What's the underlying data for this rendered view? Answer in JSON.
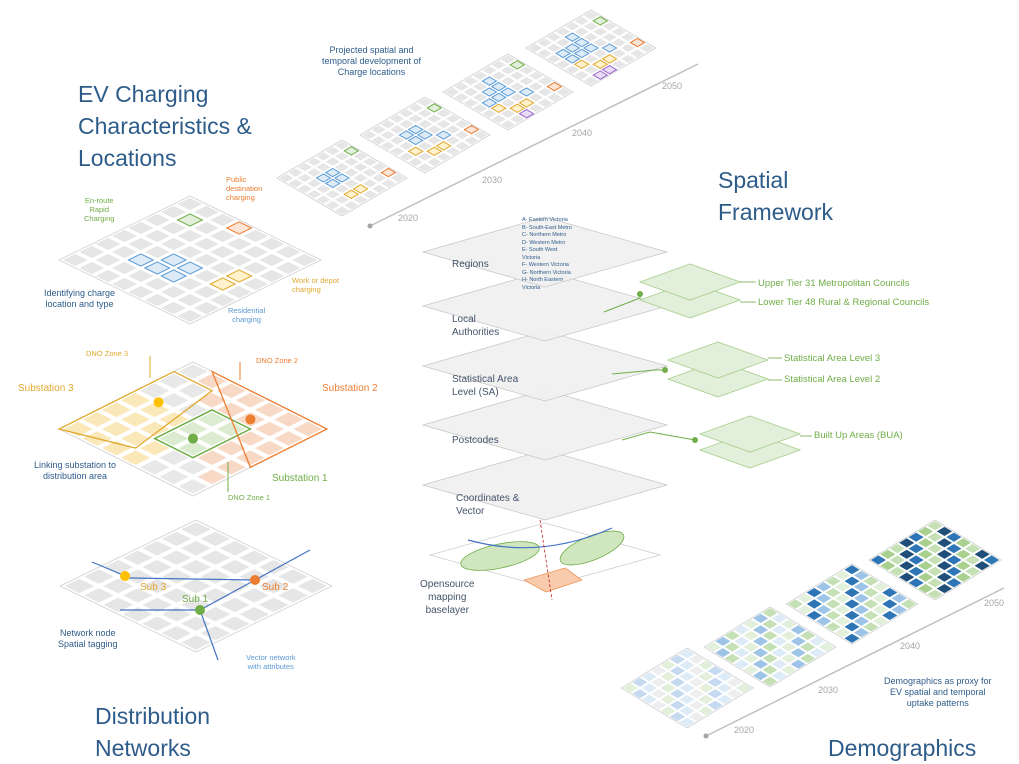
{
  "sections": {
    "ev": "EV Charging\nCharacteristics &\nLocations",
    "spatial": "Spatial\nFramework",
    "distribution": "Distribution\nNetworks",
    "demographics": "Demographics"
  },
  "timeline_top": {
    "caption": "Projected spatial and\ntemporal development of\nCharge locations",
    "years": [
      "2020",
      "2030",
      "2040",
      "2050"
    ]
  },
  "ev_grid": {
    "enroute": "En-route\nRapid\nCharging",
    "public": "Public\ndestination\ncharging",
    "work": "Work or depot\ncharging",
    "residential": "Residential\ncharging",
    "caption": "Identifying charge\nlocation and type"
  },
  "substations": {
    "zone3": "DNO Zone 3",
    "zone2": "DNO Zone 2",
    "zone1": "DNO Zone 1",
    "sub3": "Substation 3",
    "sub2": "Substation 2",
    "sub1": "Substation 1",
    "caption": "Linking substation to\ndistribution area"
  },
  "network": {
    "sub3": "Sub 3",
    "sub2": "Sub 2",
    "sub1": "Sub 1",
    "caption": "Network node\nSpatial tagging",
    "vector": "Vector network\nwith attributes"
  },
  "layers": {
    "regions": "Regions",
    "regions_list": "A- Eastern Victoria\nB- South-East Metro\nC- Northern Metro\nD- Western Metro\nE- South West\nVictoria\nF- Western Victoria\nG- Northern Victoria\nH- North Eastern\nVictoria",
    "local": "Local\nAuthorities",
    "sa": "Statistical Area\nLevel (SA)",
    "postcodes": "Postcodes",
    "coords": "Coordinates &\nVector",
    "base": "Opensource\nmapping\nbaselayer"
  },
  "side_labels": {
    "upper": "Upper Tier 31 Metropolitan Councils",
    "lower": "Lower Tier 48 Rural & Regional Councils",
    "sa3": "Statistical Area Level 3",
    "sa2": "Statistical Area Level 2",
    "bua": "Built Up Areas (BUA)"
  },
  "demo_timeline": {
    "caption": "Demographics as proxy for\nEV spatial and temporal\nuptake patterns",
    "years": [
      "2020",
      "2030",
      "2040",
      "2050"
    ]
  },
  "colors": {
    "title_blue": "#2e5c8a",
    "green": "#70ad47",
    "orange": "#ed7d31",
    "gold": "#e0a82e",
    "light_blue": "#5b9bd5",
    "purple": "#9966cc"
  }
}
